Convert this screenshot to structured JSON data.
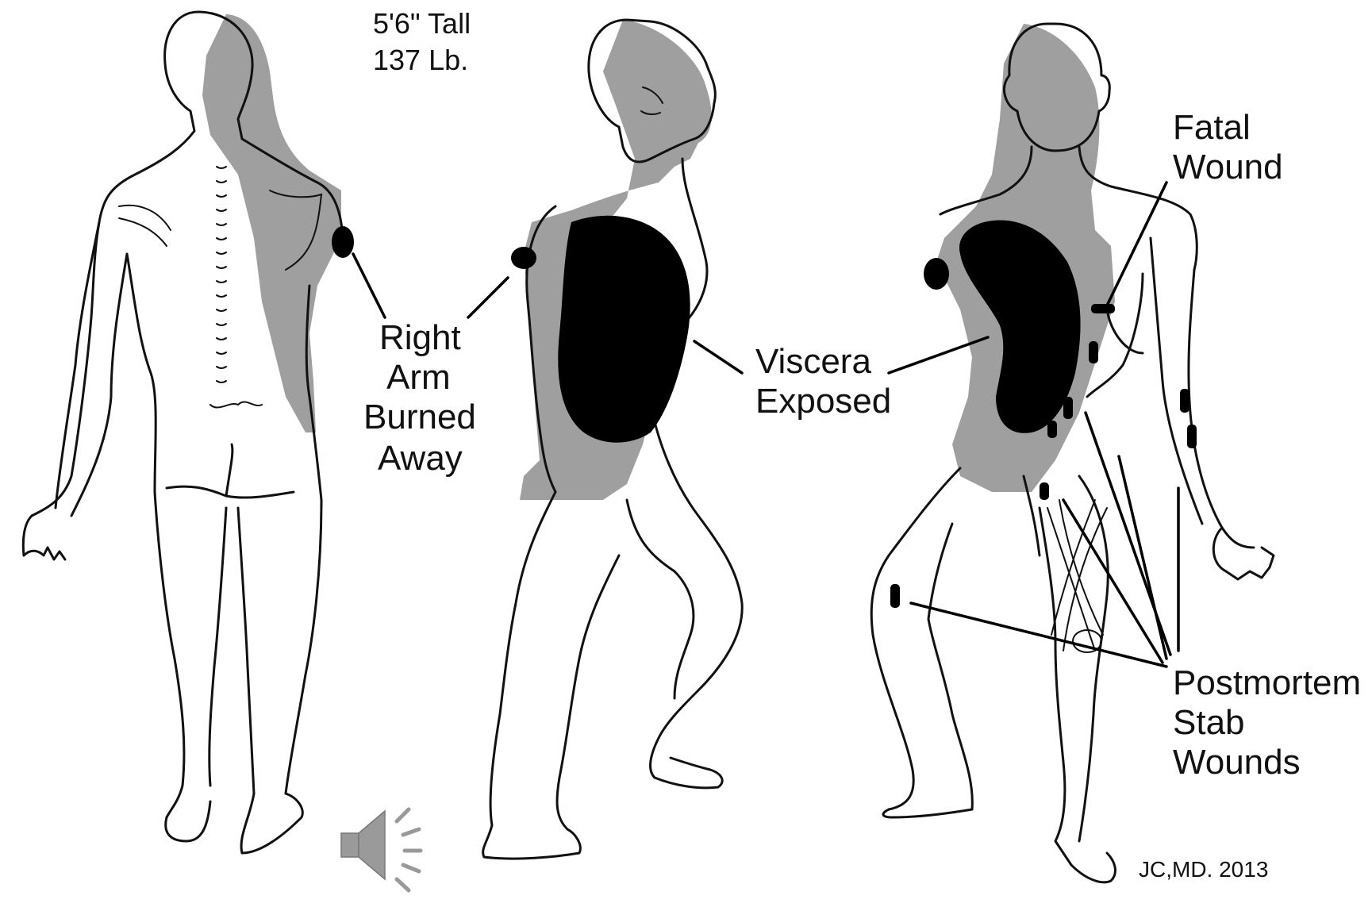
{
  "annotations": {
    "height": "5'6\" Tall",
    "weight": "137 Lb.",
    "right_arm": [
      "Right",
      "Arm",
      "Burned",
      "Away"
    ],
    "viscera": [
      "Viscera",
      "Exposed"
    ],
    "fatal": [
      "Fatal",
      "Wound"
    ],
    "stab": [
      "Postmortem",
      "Stab",
      "Wounds"
    ],
    "signature": "JC,MD. 2013"
  },
  "figures": {
    "back_view": "back-view-figure",
    "side_view": "side-view-figure",
    "front_view": "front-view-figure"
  },
  "audio": {
    "icon": "speaker-icon"
  },
  "colors": {
    "burn": "#7f7f7f",
    "wound": "#000000",
    "line": "#111111"
  }
}
